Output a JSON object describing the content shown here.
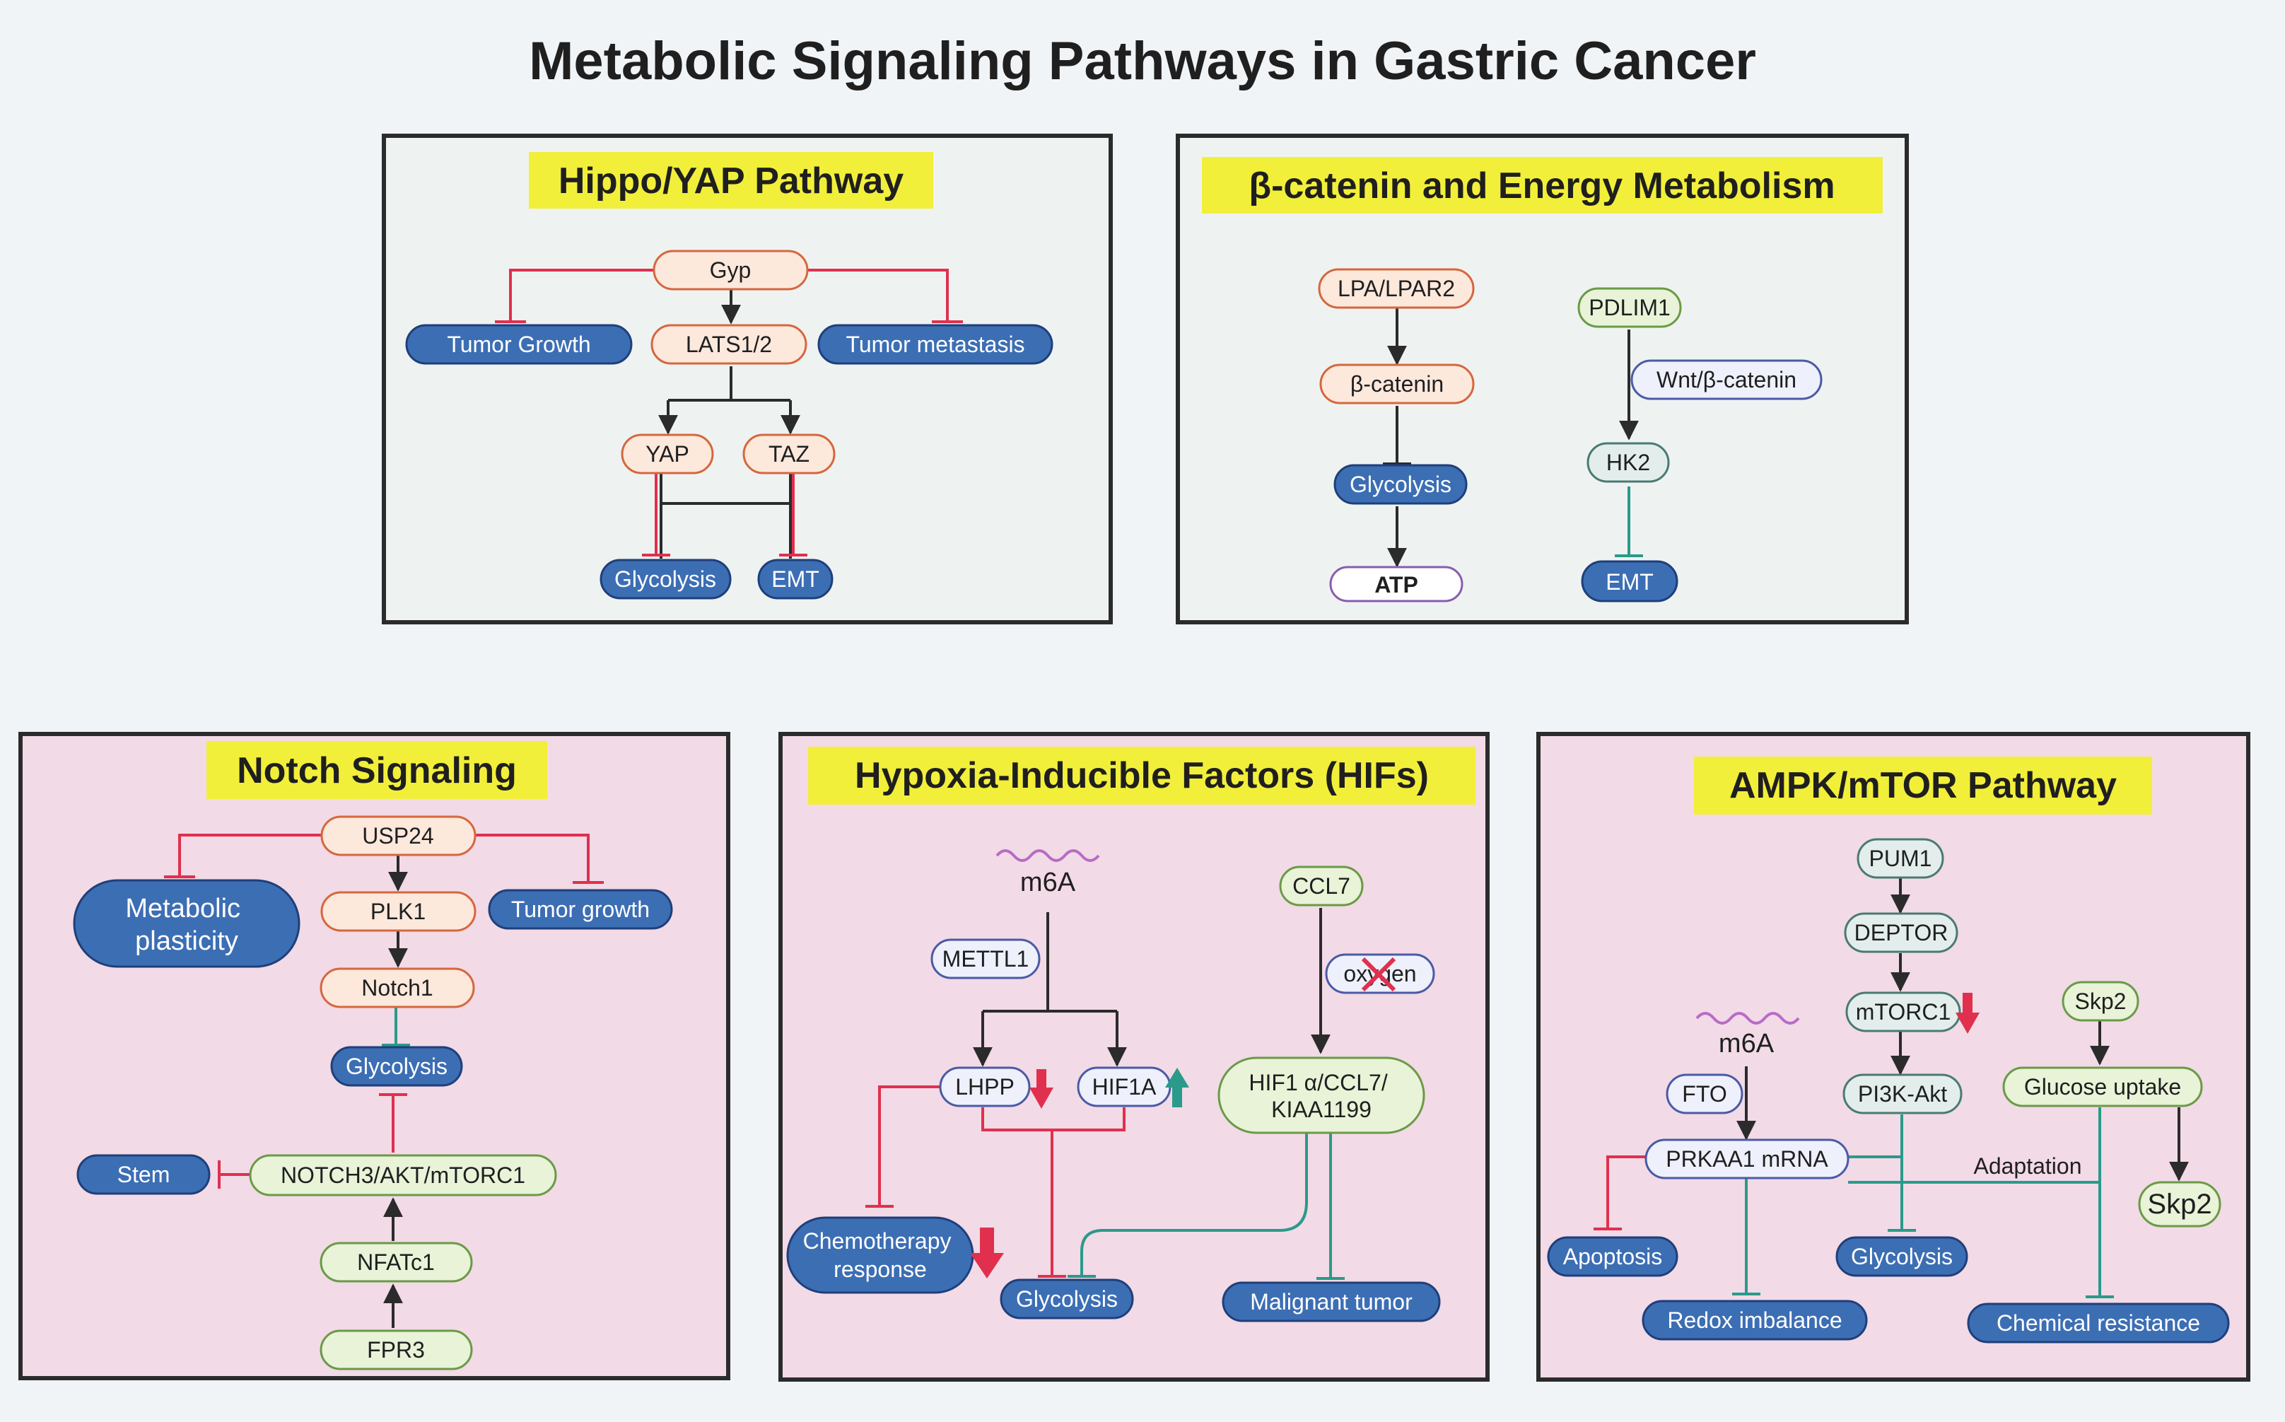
{
  "title": "Metabolic Signaling Pathways in Gastric Cancer",
  "colors": {
    "background": "#f0f4f7",
    "panel_top": "#eef3f1",
    "panel_bottom": "#f2dae6",
    "header_yellow": "#f2ef3a",
    "blue_node": "#3c6eb4",
    "peach_node": "#fde8dc",
    "green_node": "#e8f3d8",
    "inhibit_red": "#e0304e",
    "inhibit_teal": "#2a9a8a",
    "arrow_black": "#2b2b2b"
  },
  "panels": {
    "hippo": {
      "title": "Hippo/YAP Pathway",
      "nodes": {
        "gyp": "Gyp",
        "lats": "LATS1/2",
        "tumor_growth": "Tumor Growth",
        "tumor_metastasis": "Tumor metastasis",
        "yap": "YAP",
        "taz": "TAZ",
        "glycolysis": "Glycolysis",
        "emt": "EMT"
      }
    },
    "beta_catenin": {
      "title": "β-catenin and Energy Metabolism",
      "nodes": {
        "lpa": "LPA/LPAR2",
        "bcat": "β-catenin",
        "glycolysis": "Glycolysis",
        "atp": "ATP",
        "pdlim1": "PDLIM1",
        "wnt": "Wnt/β-catenin",
        "hk2": "HK2",
        "emt": "EMT"
      }
    },
    "notch": {
      "title": "Notch Signaling",
      "nodes": {
        "usp24": "USP24",
        "plk1": "PLK1",
        "notch1": "Notch1",
        "glycolysis": "Glycolysis",
        "metabolic_plasticity": "Metabolic plasticity",
        "tumor_growth": "Tumor growth",
        "stem": "Stem",
        "notch3": "NOTCH3/AKT/mTORC1",
        "nfatc1": "NFATc1",
        "fpr3": "FPR3"
      }
    },
    "hifs": {
      "title": "Hypoxia-Inducible Factors (HIFs)",
      "nodes": {
        "m6a": "m6A",
        "mettl1": "METTL1",
        "lhpp": "LHPP",
        "hif1a": "HIF1A",
        "ccl7": "CCL7",
        "oxygen": "oxygen",
        "hif_complex": "HIF1 α/CCL7/ KIAA1199",
        "chemo": "Chemotherapy response",
        "glycolysis": "Glycolysis",
        "malignant": "Malignant tumor"
      }
    },
    "ampk": {
      "title": "AMPK/mTOR Pathway",
      "nodes": {
        "pum1": "PUM1",
        "deptor": "DEPTOR",
        "mtorc1": "mTORC1",
        "pi3k": "PI3K-Akt",
        "m6a": "m6A",
        "fto": "FTO",
        "prkaa1": "PRKAA1 mRNA",
        "skp2_top": "Skp2",
        "glucose": "Glucose uptake",
        "skp2_bottom": "Skp2",
        "adaptation": "Adaptation",
        "apoptosis": "Apoptosis",
        "glycolysis": "Glycolysis",
        "redox": "Redox imbalance",
        "chemical": "Chemical resistance"
      }
    }
  }
}
